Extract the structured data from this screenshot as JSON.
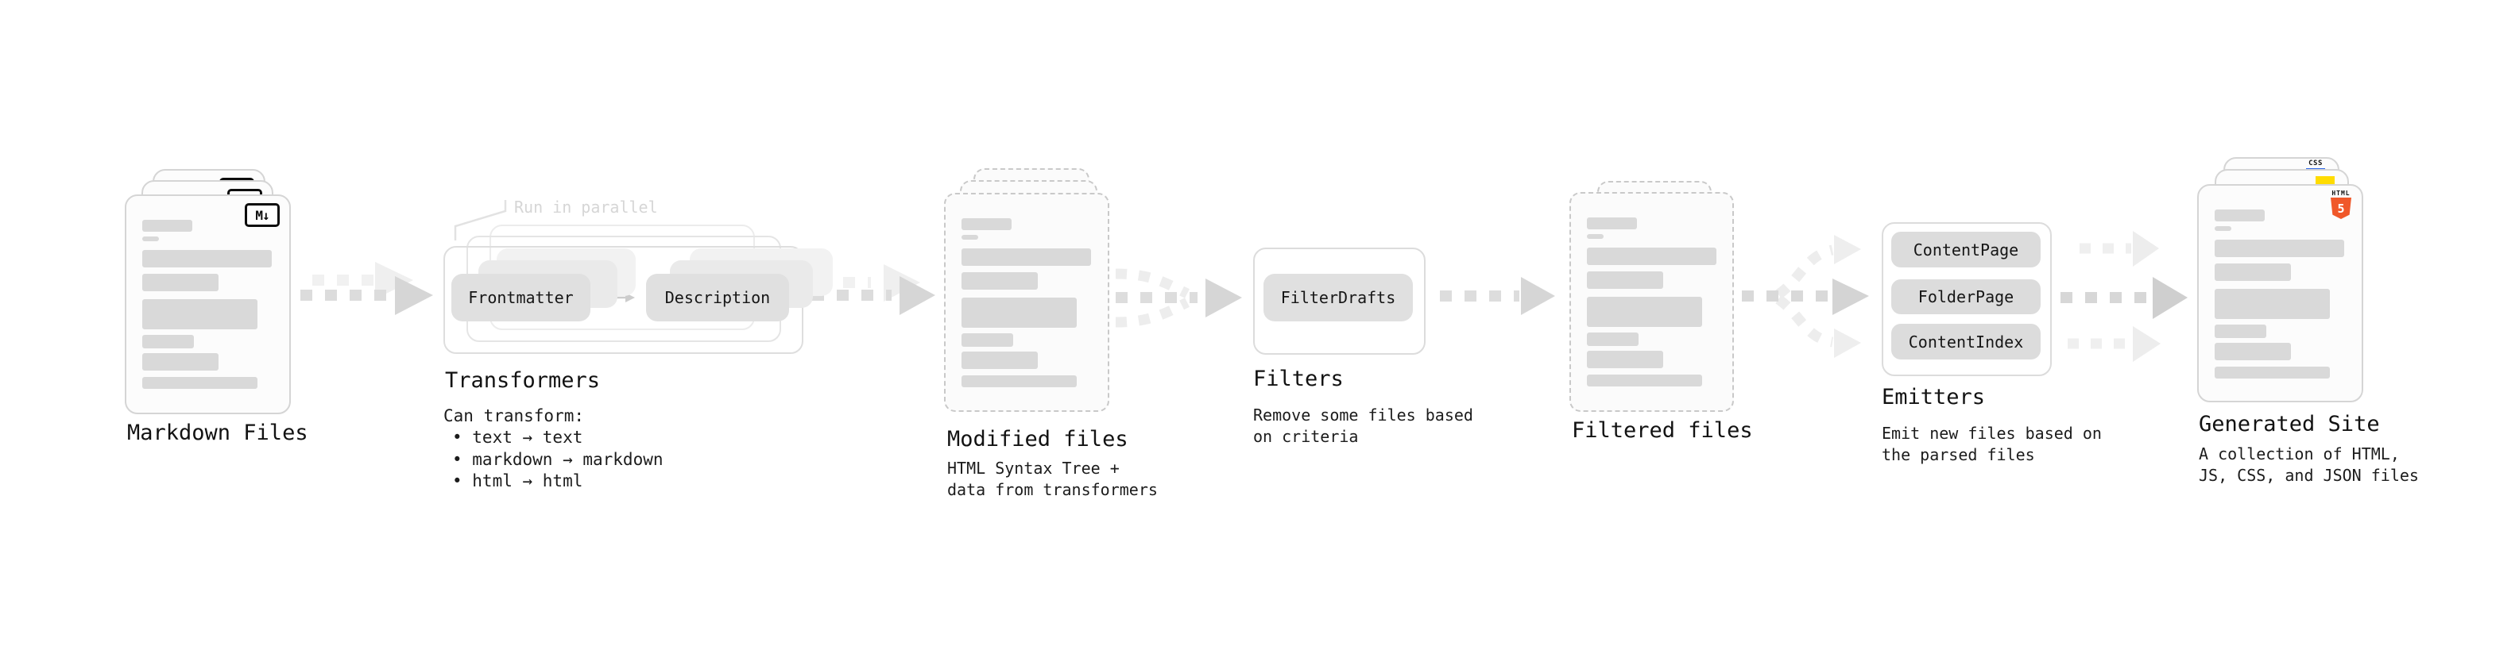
{
  "diagram": {
    "markdown": {
      "title": "Markdown Files",
      "badge": "M↓"
    },
    "transformers": {
      "parallel_label": "Run in parallel",
      "pill_frontmatter": "Frontmatter",
      "pill_description": "Description",
      "title": "Transformers",
      "note_heading": "Can transform:",
      "bullets": [
        "• text → text",
        "• markdown → markdown",
        "• html → html"
      ]
    },
    "modified": {
      "title": "Modified files",
      "subtitle_line1": "HTML Syntax Tree +",
      "subtitle_line2": "data from transformers"
    },
    "filters": {
      "title": "Filters",
      "pill": "FilterDrafts",
      "subtitle_line1": "Remove some files based",
      "subtitle_line2": "on criteria"
    },
    "filtered": {
      "title": "Filtered files"
    },
    "emitters": {
      "title": "Emitters",
      "pills": [
        "ContentPage",
        "FolderPage",
        "ContentIndex"
      ],
      "subtitle_line1": "Emit new files based on",
      "subtitle_line2": "the parsed files"
    },
    "generated": {
      "title": "Generated Site",
      "subtitle_line1": "A collection of HTML,",
      "subtitle_line2": "JS, CSS, and JSON files",
      "css_label": "CSS",
      "html_label": "HTML",
      "html_number": "5"
    }
  },
  "colors": {
    "html_orange": "#f0582a",
    "js_yellow": "#ffdc00",
    "css_blue": "#2b66e8",
    "placeholder_bar_gray": "#d9d9d9",
    "arrow_gray": "#dcdcdc",
    "faint_arrow_gray": "#f0f0f0"
  }
}
